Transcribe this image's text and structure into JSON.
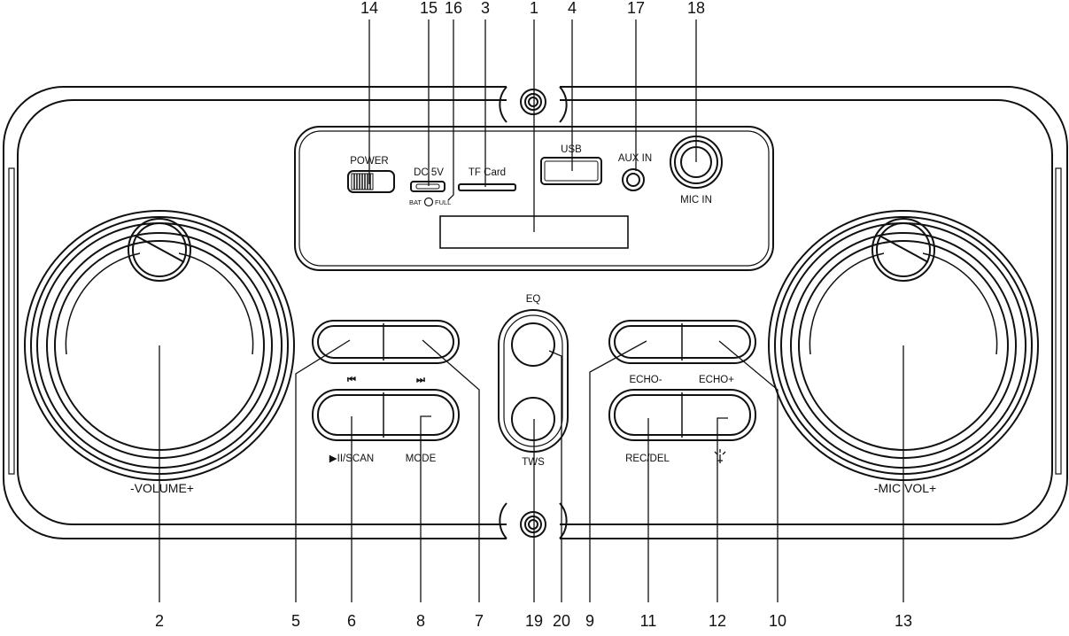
{
  "callouts": {
    "c1": "1",
    "c2": "2",
    "c3": "3",
    "c4": "4",
    "c5": "5",
    "c6": "6",
    "c7": "7",
    "c8": "8",
    "c9": "9",
    "c10": "10",
    "c11": "11",
    "c12": "12",
    "c13": "13",
    "c14": "14",
    "c15": "15",
    "c16": "16",
    "c17": "17",
    "c18": "18",
    "c19": "19",
    "c20": "20"
  },
  "labels": {
    "power": "POWER",
    "dc5v": "DC 5V",
    "bat": "BAT",
    "full": "FULL",
    "tfcard": "TF Card",
    "usb": "USB",
    "auxin": "AUX IN",
    "micin": "MIC IN",
    "eq": "EQ",
    "tws": "TWS",
    "volume": "-VOLUME+",
    "micvol": "-MIC VOL+",
    "prev": "⏮",
    "next": "⏭",
    "play_scan": "▶II/SCAN",
    "mode": "MODE",
    "echo_minus": "ECHO-",
    "echo_plus": "ECHO+",
    "rec_del": "REC/DEL"
  },
  "icons": {
    "light": "light-bulb-icon",
    "prev": "skip-back-icon",
    "next": "skip-forward-icon"
  }
}
